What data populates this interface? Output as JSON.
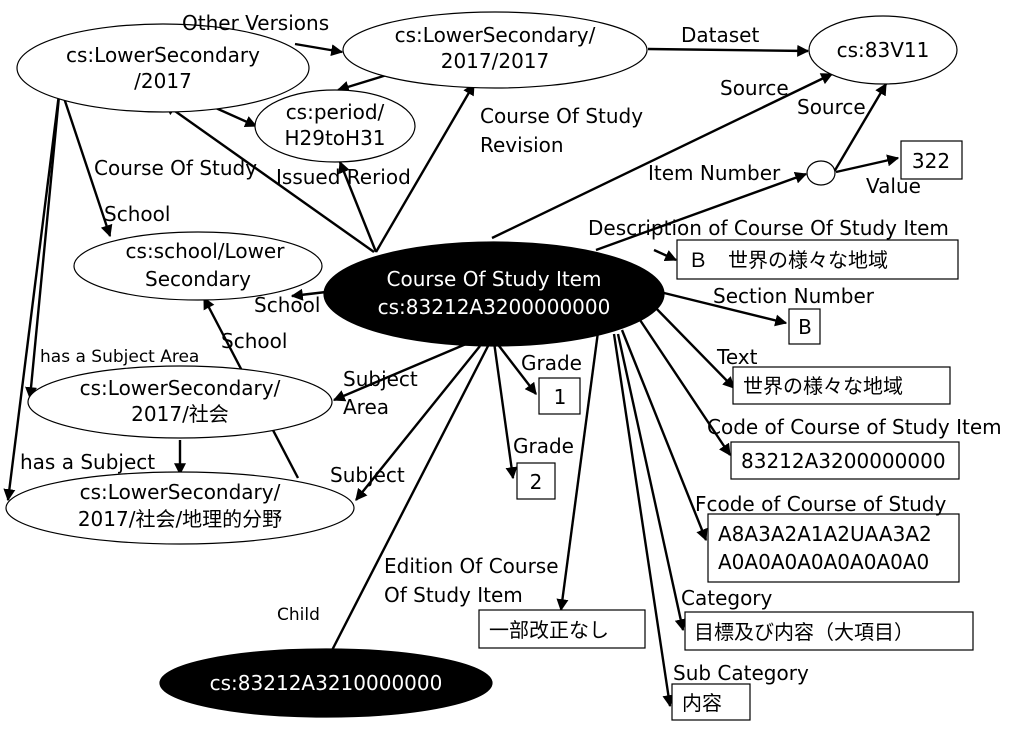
{
  "nodes": {
    "lower_secondary_2017": [
      "cs:LowerSecondary",
      "/2017"
    ],
    "lower_secondary_2017_2017": [
      "cs:LowerSecondary/",
      "2017/2017"
    ],
    "cs_83v11": [
      "cs:83V11"
    ],
    "period": [
      "cs:period/",
      "H29toH31"
    ],
    "school": [
      "cs:school/Lower",
      "Secondary"
    ],
    "item": [
      "Course Of Study Item",
      "cs:83212A3200000000"
    ],
    "subject_area": [
      "cs:LowerSecondary/",
      "2017/社会"
    ],
    "subject": [
      "cs:LowerSecondary/",
      "2017/社会/地理的分野"
    ],
    "child": [
      "cs:83212A3210000000"
    ]
  },
  "values": {
    "item_number": "322",
    "description": "Ｂ　世界の様々な地域",
    "section_number": "B",
    "text": "世界の様々な地域",
    "grade_1": "1",
    "grade_2": "2",
    "code": "83212A3200000000",
    "fcode": [
      "A8A3A2A1A2UAA3A2",
      "A0A0A0A0A0A0A0A0"
    ],
    "edition": "一部改正なし",
    "category": "目標及び内容（大項目）",
    "sub_category": "内容"
  },
  "edges": {
    "other_versions": "Other Versions",
    "dataset": "Dataset",
    "source_1": "Source",
    "source_2": "Source",
    "course_of_study_revision": [
      "Course Of Study",
      "Revision"
    ],
    "course_of_study": "Course Of Study",
    "issued_period": "Issued Reriod",
    "item_number": "Item Number",
    "value": "Value",
    "description": "Description of Course Of Study Item",
    "school_left": "School",
    "school_item": "School",
    "school_subject": "School",
    "section_number": "Section Number",
    "has_subject_area": "has a Subject Area",
    "subject_area": [
      "Subject",
      "Area"
    ],
    "grade_1": "Grade",
    "text": "Text",
    "grade_2": "Grade",
    "code": "Code of Course of Study Item",
    "has_subject": "has a Subject",
    "subject": "Subject",
    "fcode": "Fcode of Course of Study",
    "edition": [
      "Edition Of Course",
      "Of Study Item"
    ],
    "category": "Category",
    "child": "Child",
    "sub_category": "Sub Category"
  }
}
